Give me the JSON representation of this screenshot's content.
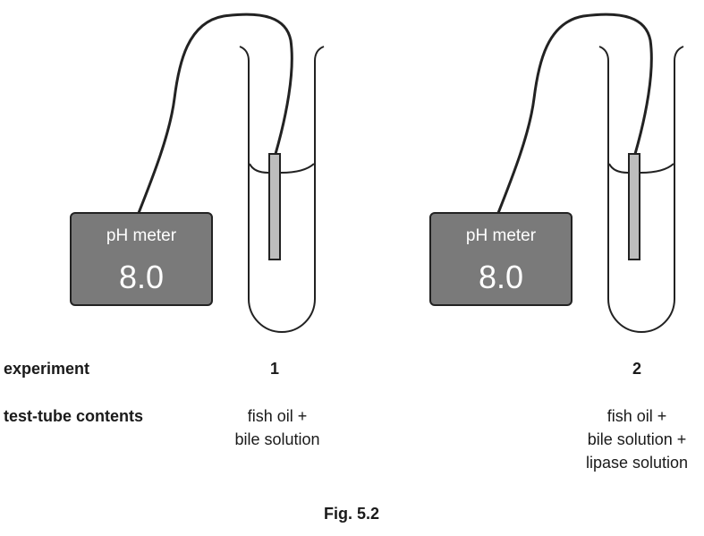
{
  "row_labels": {
    "experiment": "experiment",
    "contents": "test-tube contents"
  },
  "experiments": [
    {
      "number": "1",
      "meter_label": "pH meter",
      "meter_reading": "8.0",
      "contents": [
        "fish oil +",
        "bile solution"
      ]
    },
    {
      "number": "2",
      "meter_label": "pH meter",
      "meter_reading": "8.0",
      "contents": [
        "fish oil +",
        "bile solution +",
        "lipase solution"
      ]
    }
  ],
  "caption": "Fig. 5.2",
  "colors": {
    "meter_fill": "#7a7a7a",
    "probe_fill": "#bdbdbd",
    "line": "#222222"
  }
}
